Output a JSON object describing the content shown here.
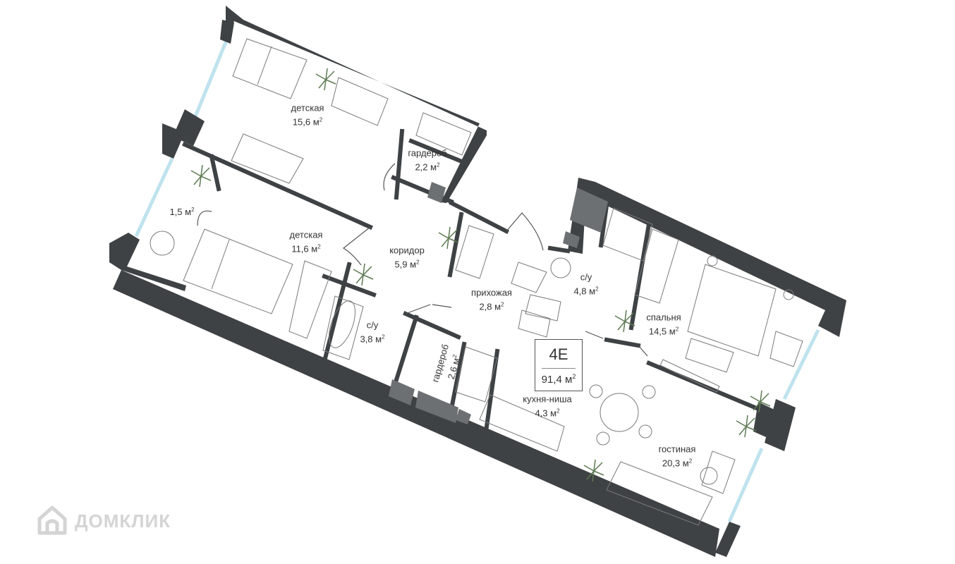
{
  "rooms": [
    {
      "id": "det1",
      "name": "детская",
      "area": "15,6",
      "unit": "м",
      "sup": "2"
    },
    {
      "id": "gard1",
      "name": "гардероб",
      "area": "2,2",
      "unit": "м",
      "sup": "2"
    },
    {
      "id": "balc",
      "name": "",
      "area": "1,5",
      "unit": "м",
      "sup": "2"
    },
    {
      "id": "det2",
      "name": "детская",
      "area": "11,6",
      "unit": "м",
      "sup": "2"
    },
    {
      "id": "kor",
      "name": "коридор",
      "area": "5,9",
      "unit": "м",
      "sup": "2"
    },
    {
      "id": "prih",
      "name": "прихожая",
      "area": "2,8",
      "unit": "м",
      "sup": "2"
    },
    {
      "id": "su1",
      "name": "с/у",
      "area": "4,8",
      "unit": "м",
      "sup": "2"
    },
    {
      "id": "spal",
      "name": "спальня",
      "area": "14,5",
      "unit": "м",
      "sup": "2"
    },
    {
      "id": "su2",
      "name": "с/у",
      "area": "3,8",
      "unit": "м",
      "sup": "2"
    },
    {
      "id": "gard2",
      "name": "гардероб",
      "area": "2,6",
      "unit": "м",
      "sup": "2"
    },
    {
      "id": "kuh",
      "name": "кухня-ниша",
      "area": "4,3",
      "unit": "м",
      "sup": "2"
    },
    {
      "id": "gost",
      "name": "гостиная",
      "area": "20,3",
      "unit": "м",
      "sup": "2"
    }
  ],
  "apartment": {
    "code": "4E",
    "area": "91,4",
    "unit": "м",
    "sup": "2"
  },
  "watermark": {
    "text": "ДОМКЛИК",
    "icon": "house-logo-icon"
  },
  "colors": {
    "wall": "#3e4244",
    "column": "#6c7073",
    "window": "#bfe3ee",
    "furniture": "#7a7a7a",
    "plant": "#5d7a52"
  }
}
